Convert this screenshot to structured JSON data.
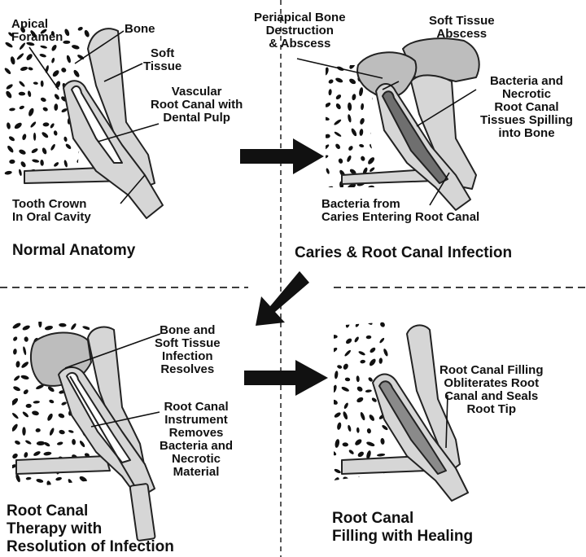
{
  "panels": {
    "normal": {
      "labels": {
        "apical_foramen": "Apical\nForamen",
        "bone": "Bone",
        "soft_tissue": "Soft\nTissue",
        "vascular_root_canal": "Vascular\nRoot Canal with\nDental Pulp",
        "tooth_crown": "Tooth Crown\nIn Oral Cavity"
      },
      "title": "Normal Anatomy"
    },
    "infection": {
      "labels": {
        "periapical": "Periapical Bone\nDestruction\n& Abscess",
        "soft_tissue_abscess": "Soft Tissue\nAbscess",
        "bacteria_necrotic": "Bacteria and\nNecrotic\nRoot Canal\nTissues Spilling\ninto Bone",
        "bacteria_caries": "Bacteria from\nCaries Entering Root Canal"
      },
      "title": "Caries & Root Canal Infection"
    },
    "therapy": {
      "labels": {
        "bone_soft_tissue": "Bone and\nSoft Tissue\nInfection\nResolves",
        "instrument": "Root Canal\nInstrument\nRemoves\nBacteria and\nNecrotic\nMaterial"
      },
      "title": "Root Canal\nTherapy with\nResolution of Infection"
    },
    "healing": {
      "labels": {
        "filling": "Root Canal Filling\nObliterates Root\nCanal and Seals\nRoot Tip"
      },
      "title": "Root Canal\nFilling with Healing"
    }
  },
  "colors": {
    "tooth": "#d6d6d6",
    "abscess": "#bdbdbd",
    "canal_infected": "#6f6f6f",
    "canal_filled": "#8a8a8a",
    "bone_speckle": "#111111"
  }
}
